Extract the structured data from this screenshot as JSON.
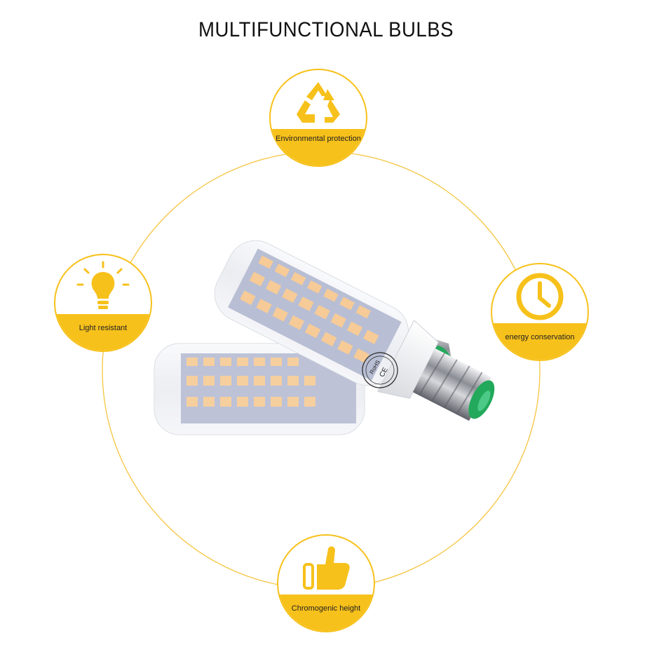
{
  "title": "MULTIFUNCTIONAL BULBS",
  "colors": {
    "accent": "#f7c11b",
    "ring": "#f5c542",
    "led": "#f2b56b",
    "base_green": "#22a95b"
  },
  "features": [
    {
      "label": "Environmental protection",
      "icon": "recycle-icon"
    },
    {
      "label": "Light resistant",
      "icon": "lightbulb-icon"
    },
    {
      "label": "energy conservation",
      "icon": "clock-icon"
    },
    {
      "label": "Chromogenic height",
      "icon": "thumbs-up-icon"
    }
  ],
  "product": {
    "marks": [
      "RoHS",
      "CE"
    ]
  }
}
